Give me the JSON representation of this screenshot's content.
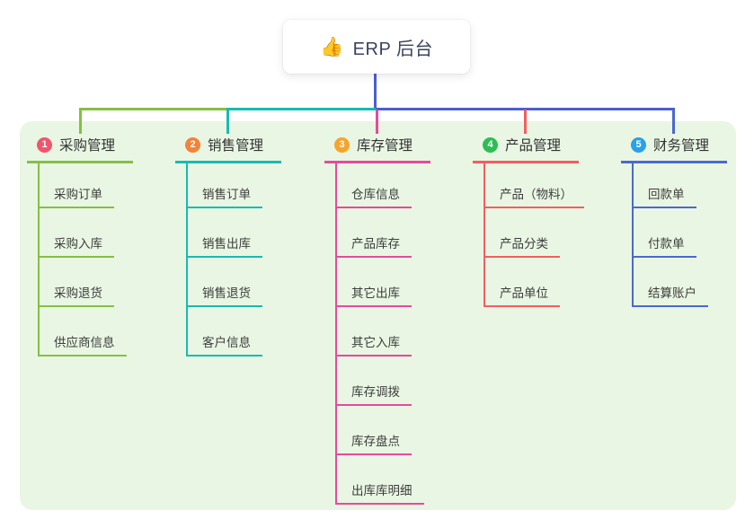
{
  "root_node": {
    "icon": "thumbs-up",
    "label": "ERP 后台"
  },
  "palette": {
    "canvas_bg": "#ffffff",
    "panel_bg": "#e9f6e3",
    "root_connector": "#4a5fd1",
    "root_text": "#3b4261",
    "node_text": "#3d3d3d"
  },
  "branches": [
    {
      "index": "1",
      "title": "采购管理",
      "badge_color": "#f2556b",
      "line_color": "#84c043",
      "children": [
        "采购订单",
        "采购入库",
        "采购退货",
        "供应商信息"
      ]
    },
    {
      "index": "2",
      "title": "销售管理",
      "badge_color": "#f58238",
      "line_color": "#15bcb1",
      "children": [
        "销售订单",
        "销售出库",
        "销售退货",
        "客户信息"
      ]
    },
    {
      "index": "3",
      "title": "库存管理",
      "badge_color": "#f7a42b",
      "line_color": "#e74a9d",
      "children": [
        "仓库信息",
        "产品库存",
        "其它出库",
        "其它入库",
        "库存调拨",
        "库存盘点",
        "出库库明细"
      ]
    },
    {
      "index": "4",
      "title": "产品管理",
      "badge_color": "#2ebd55",
      "line_color": "#f35e5e",
      "children": [
        "产品（物料）",
        "产品分类",
        "产品单位"
      ]
    },
    {
      "index": "5",
      "title": "财务管理",
      "badge_color": "#2aa0e8",
      "line_color": "#4a68d2",
      "children": [
        "回款单",
        "付款单",
        "结算账户"
      ]
    }
  ]
}
